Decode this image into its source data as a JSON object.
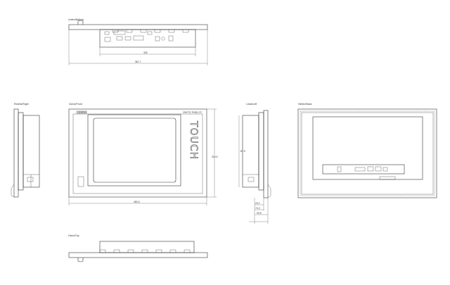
{
  "views": {
    "bottom": {
      "label": "Unten/Bottom",
      "dim_inner": "326",
      "dim_outer": "367.7"
    },
    "right": {
      "label": "Rechts/Right"
    },
    "front": {
      "label": "Vorne/Front",
      "dim_width": "482.6",
      "dim_height": "310.5",
      "logo_left": "SIEMENS",
      "logo_right": "SIMATIC PANEL PC",
      "touch": "TOUCH"
    },
    "left": {
      "label": "Links/Left",
      "dim_depth": "87.5",
      "dim_a": "23.1",
      "dim_b": "74.3",
      "dim_c": "93.5"
    },
    "back": {
      "label": "Hinten/Back"
    },
    "top": {
      "label": "Oben/Top"
    }
  }
}
